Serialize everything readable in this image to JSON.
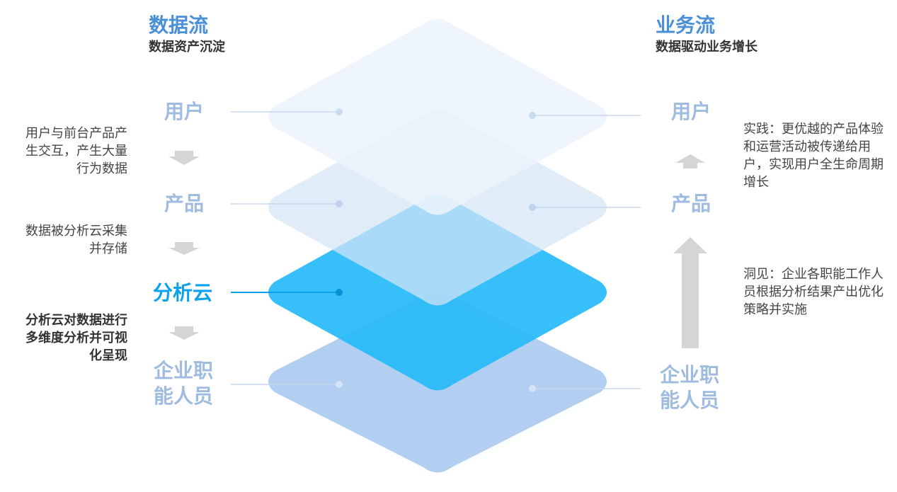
{
  "colors": {
    "layer_top": "#ecf3fd",
    "layer_second": "#d6e5f6",
    "layer_active": "#27baf7",
    "layer_bottom": "#aac9ef",
    "stage_label": "#9fbce0",
    "stage_active": "#0aa2ec",
    "heading": "#4a8fd8",
    "arrow": "#d5d5d5"
  },
  "left": {
    "title": "数据流",
    "subtitle": "数据资产沉淀",
    "stages": [
      "用户",
      "产品",
      "分析云",
      "企业职能人员"
    ],
    "notes": [
      "用户与前台产品产生交互，产生大量行为数据",
      "数据被分析云采集并存储",
      "分析云对数据进行多维度分析并可视化呈现"
    ]
  },
  "right": {
    "title": "业务流",
    "subtitle": "数据驱动业务增长",
    "stages": [
      "用户",
      "产品",
      "企业职能人员"
    ],
    "notes": [
      "实践：更优越的产品体验和运营活动被传递给用户，实现用户全生命周期增长",
      "洞见：企业各职能工作人员根据分析结果产出优化策略并实施"
    ]
  }
}
